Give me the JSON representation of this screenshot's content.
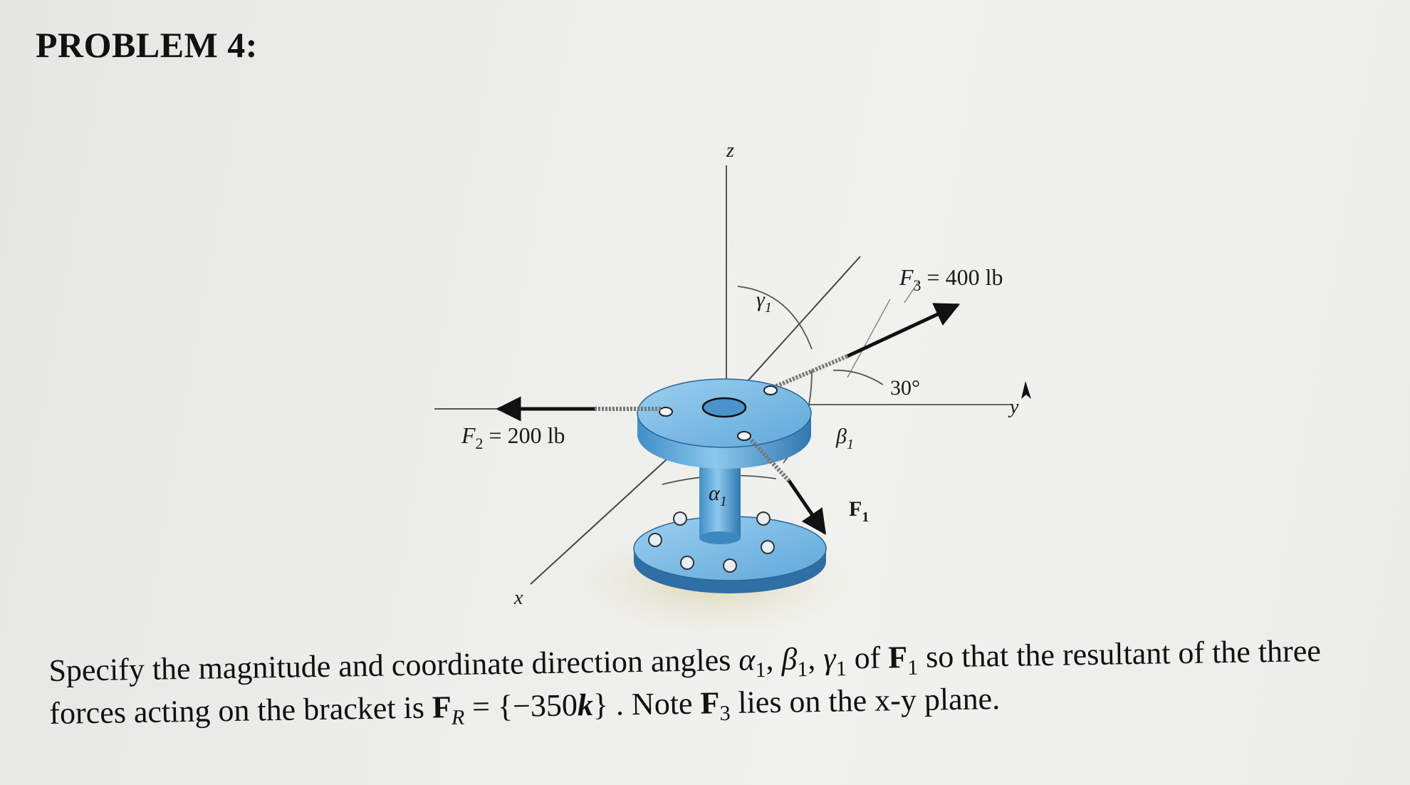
{
  "heading": "PROBLEM 4:",
  "figure": {
    "axis_z": "z",
    "axis_x": "x",
    "axis_y": "y",
    "f3_label": "F",
    "f3_sub": "3",
    "f3_value": " = 400 lb",
    "f2_label": "F",
    "f2_sub": "2",
    "f2_value": " = 200 lb",
    "f1_label": "F",
    "f1_sub": "1",
    "angle_30": "30°",
    "alpha": "α",
    "alpha_sub": "1",
    "beta": "β",
    "beta_sub": "1",
    "gamma": "γ",
    "gamma_sub": "1"
  },
  "statement": {
    "t1": "Specify the magnitude and coordinate direction angles ",
    "alpha": "α",
    "beta": "β",
    "gamma": "γ",
    "sub1": "1",
    "comma": ", ",
    "t2": " of ",
    "F": "F",
    "t3": " so that the resultant of the three forces acting on the bracket is ",
    "R": "R",
    "eq": " = {−350",
    "k": "k",
    "t4": "} . Note ",
    "sub3": "3",
    "t5": " lies on the x-y plane."
  }
}
